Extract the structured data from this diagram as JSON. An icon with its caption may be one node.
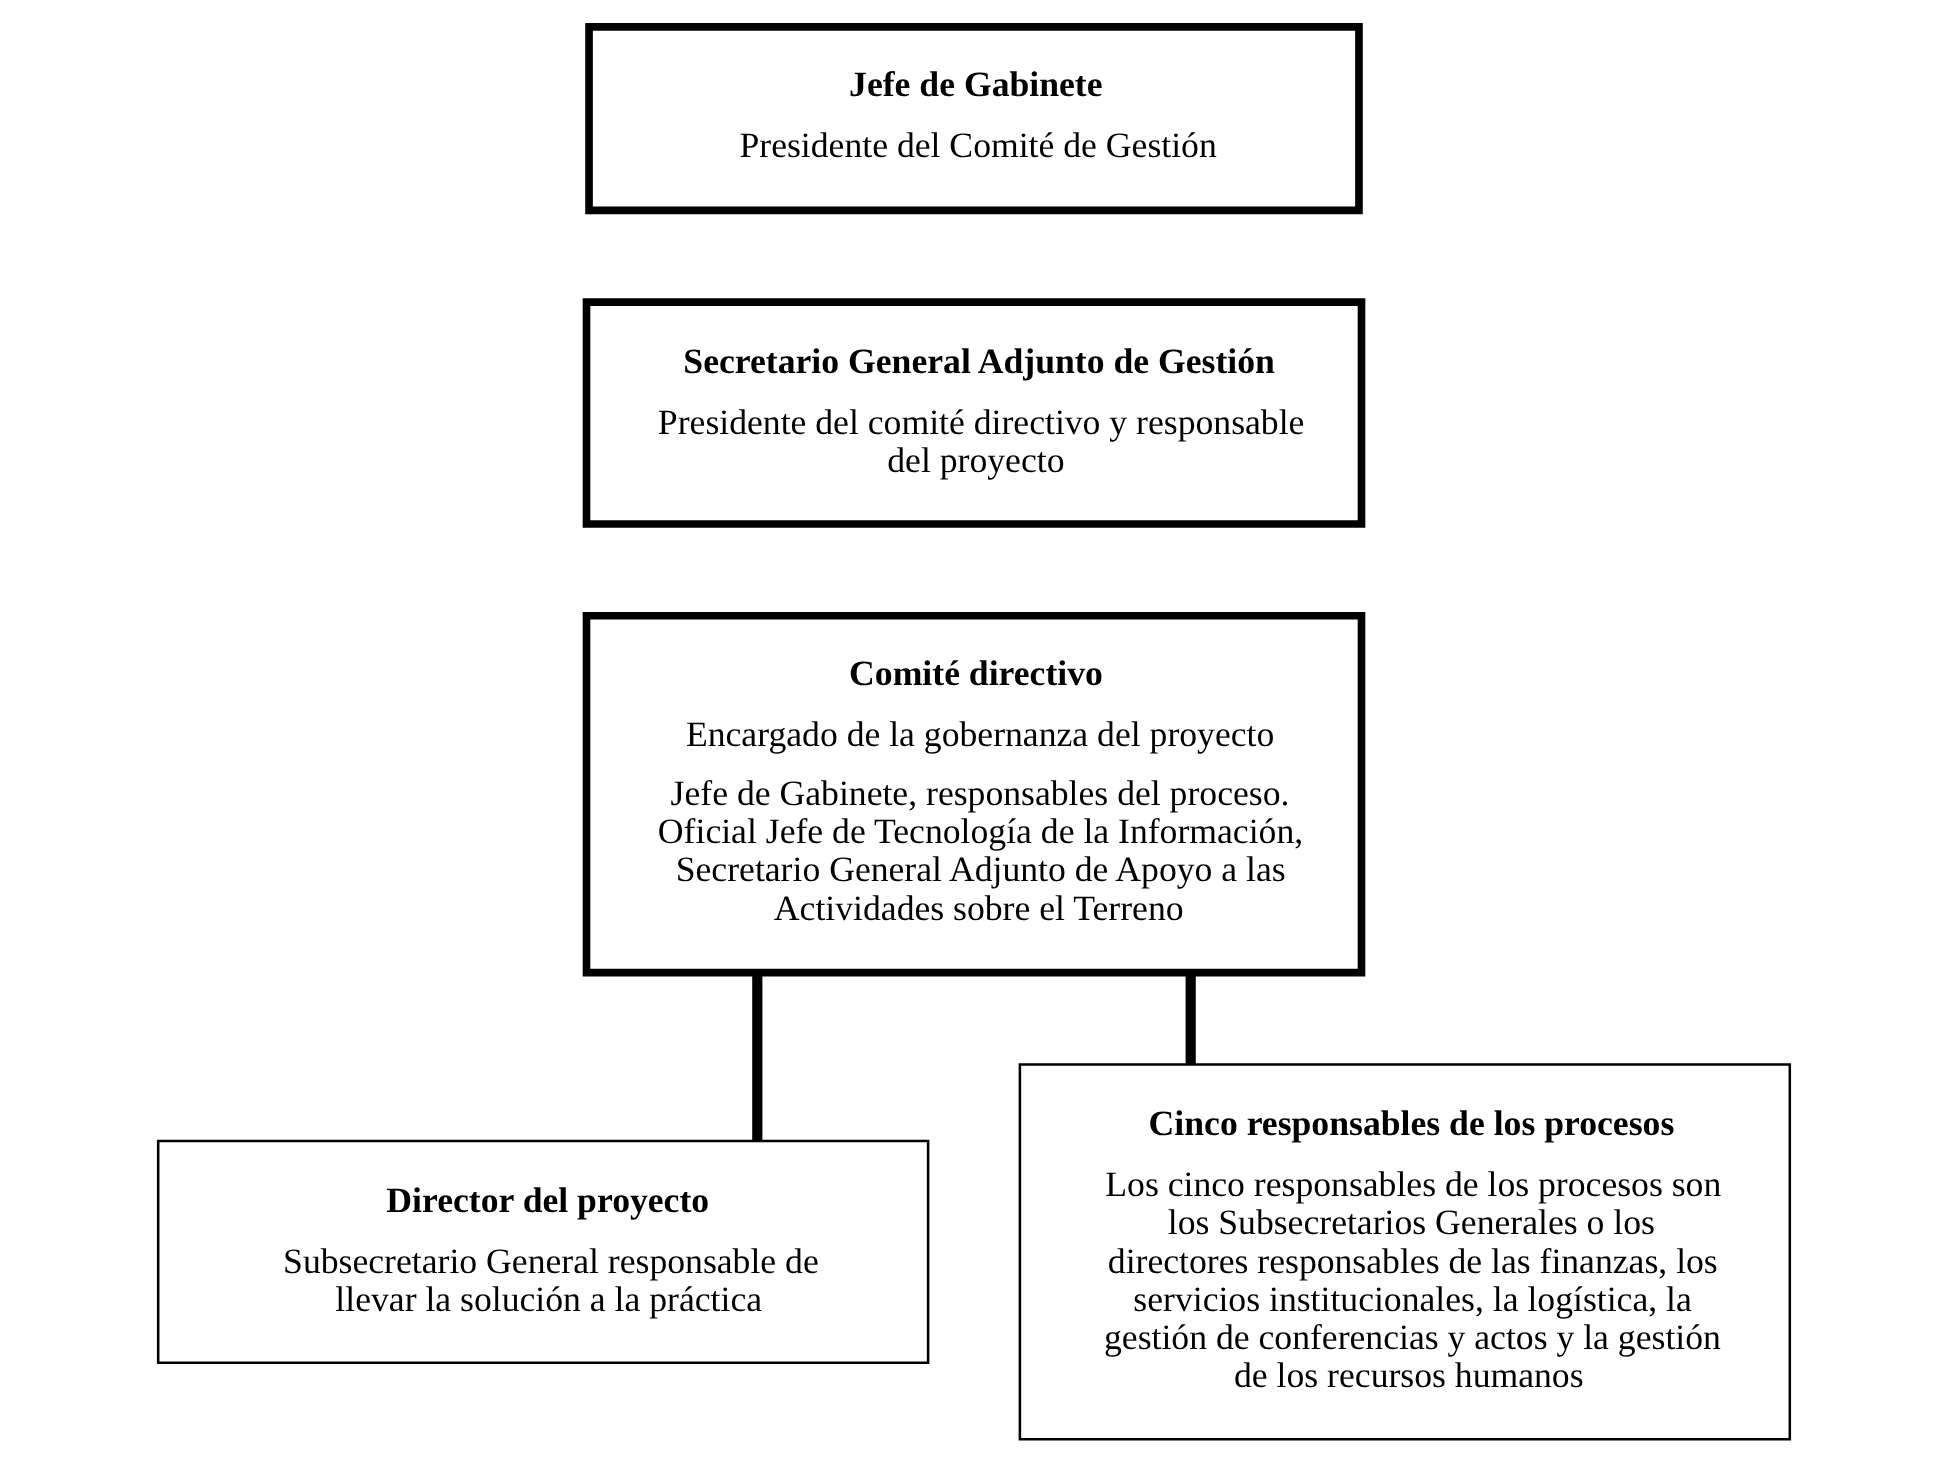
{
  "diagram": {
    "nodes": [
      {
        "text": [
          "Jefe de Gabinete",
          "Presidente del Comité de Gestión"
        ]
      },
      {
        "text": [
          "Secretario General Adjunto de Gestión",
          "Presidente del comité directivo y responsable del proyecto"
        ]
      },
      {
        "text": [
          "Comité directivo",
          "Encargado de la gobernanza del proyecto",
          "Jefe de Gabinete, responsables del proceso. Oficial Jefe de Tecnología de la Información, Secretario General Adjunto de Apoyo a las Actividades sobre el Terreno"
        ]
      },
      {
        "text": [
          "Director del proyecto",
          "Subsecretario General responsable de llevar la solución a la práctica"
        ]
      },
      {
        "text": [
          "Cinco responsables de los procesos",
          "Los cinco responsables de los procesos son los Subsecretarios Generales o los directores responsables de las finanzas, los servicios institucionales, la logística, la gestión de conferencias y actos y la gestión de los recursos humanos"
        ]
      }
    ],
    "edges": [
      {
        "from": 2,
        "to": 3,
        "arrow": "none"
      },
      {
        "from": 2,
        "to": 4,
        "arrow": "none"
      }
    ]
  }
}
